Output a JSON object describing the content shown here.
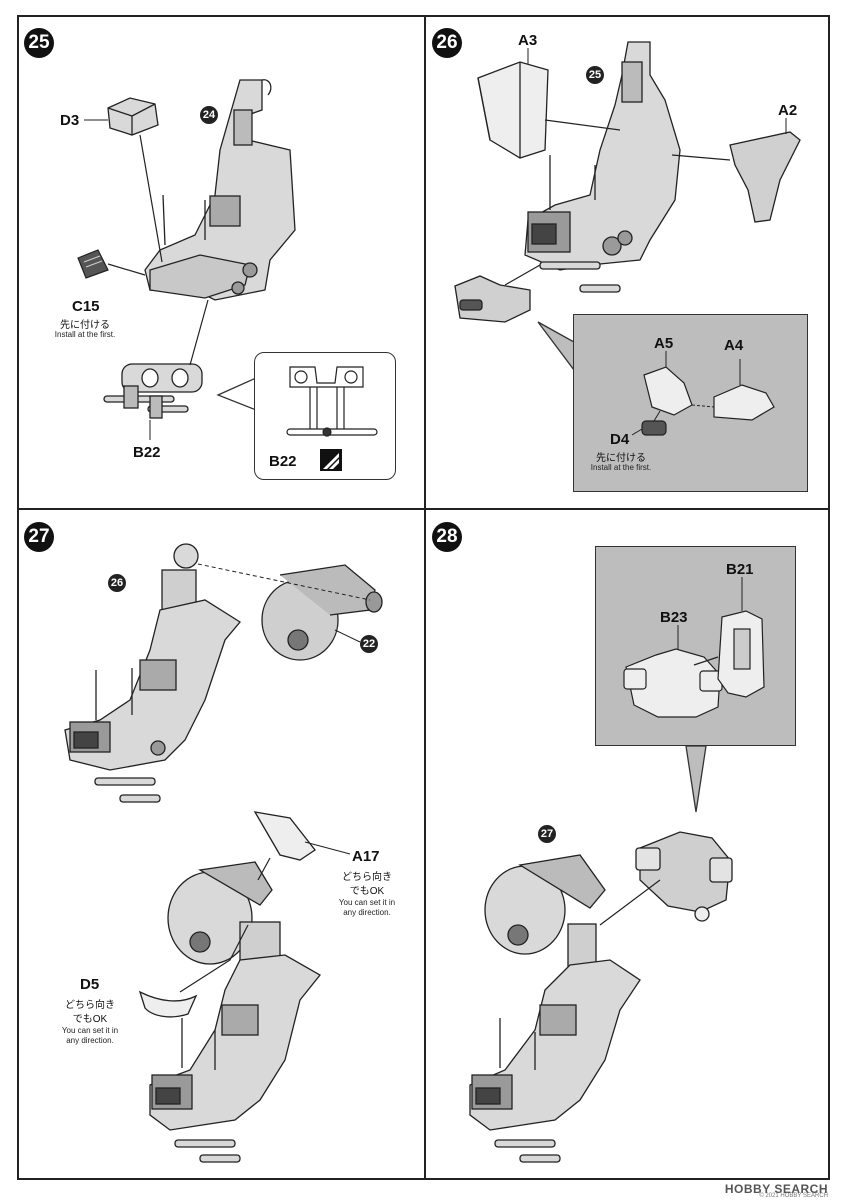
{
  "steps": [
    {
      "number": "25",
      "part_ref": "24",
      "parts": {
        "d3": "D3",
        "c15": "C15",
        "b22": "B22",
        "b22_detail": "B22"
      },
      "note_jp": "先に付ける",
      "note_en": "Install at the first."
    },
    {
      "number": "26",
      "part_ref": "25",
      "parts": {
        "a3": "A3",
        "a2": "A2",
        "a5": "A5",
        "a4": "A4",
        "d4": "D4"
      },
      "note_jp": "先に付ける",
      "note_en": "Install at the first."
    },
    {
      "number": "27",
      "part_ref_top": "26",
      "part_ref_side": "22",
      "parts": {
        "a17": "A17",
        "d5": "D5"
      },
      "a17_note_jp_1": "どちら向き",
      "a17_note_jp_2": "でもOK",
      "a17_note_en_1": "You can set it in",
      "a17_note_en_2": "any direction.",
      "d5_note_jp_1": "どちら向き",
      "d5_note_jp_2": "でもOK",
      "d5_note_en_1": "You can set it in",
      "d5_note_en_2": "any direction."
    },
    {
      "number": "28",
      "part_ref": "27",
      "parts": {
        "b21": "B21",
        "b23": "B23"
      }
    }
  ],
  "watermark": "HOBBY SEARCH",
  "watermark_sub": "© 2021 HOBBY SEARCH",
  "colors": {
    "line": "#222222",
    "inset_bg": "#bdbdbd",
    "part_fill": "#d9d9d9",
    "part_dark": "#9a9a9a"
  }
}
